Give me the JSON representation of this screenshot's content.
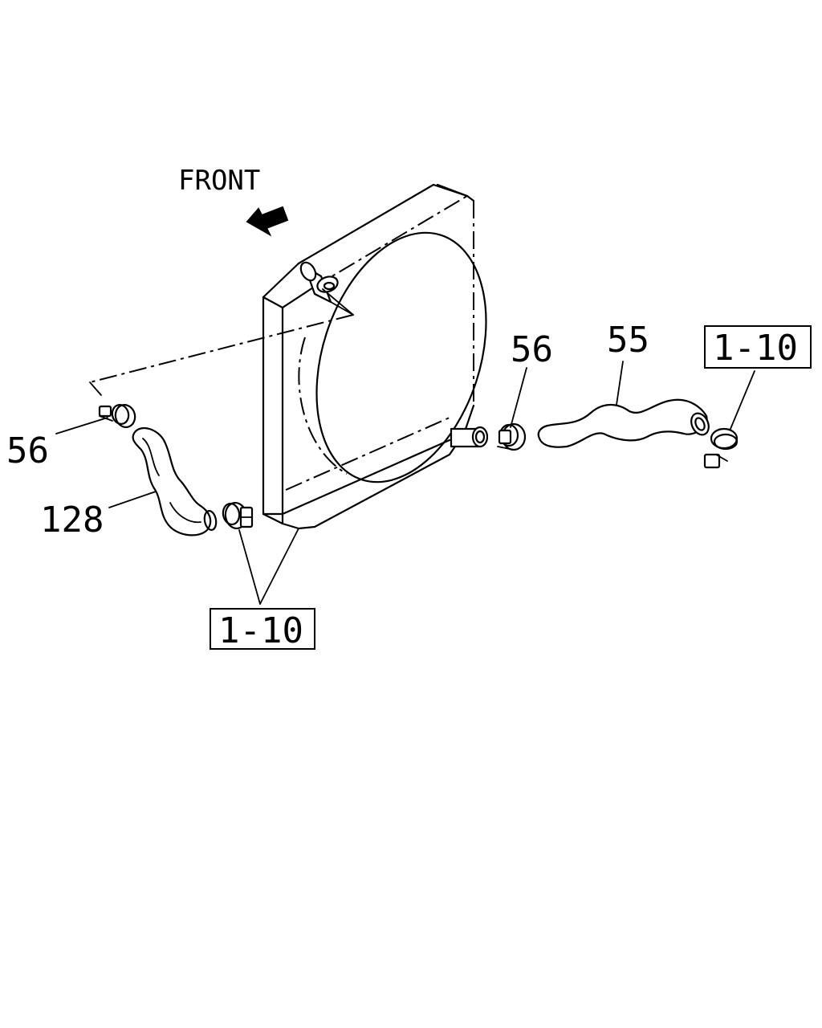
{
  "diagram": {
    "orientation_label": "FRONT",
    "callouts": {
      "clamp_left": "56",
      "hose_lower": "128",
      "clamp_right": "56",
      "hose_upper": "55",
      "ref_upper": "1-10",
      "ref_lower": "1-10"
    },
    "icons": [
      "front-arrow-icon"
    ]
  }
}
